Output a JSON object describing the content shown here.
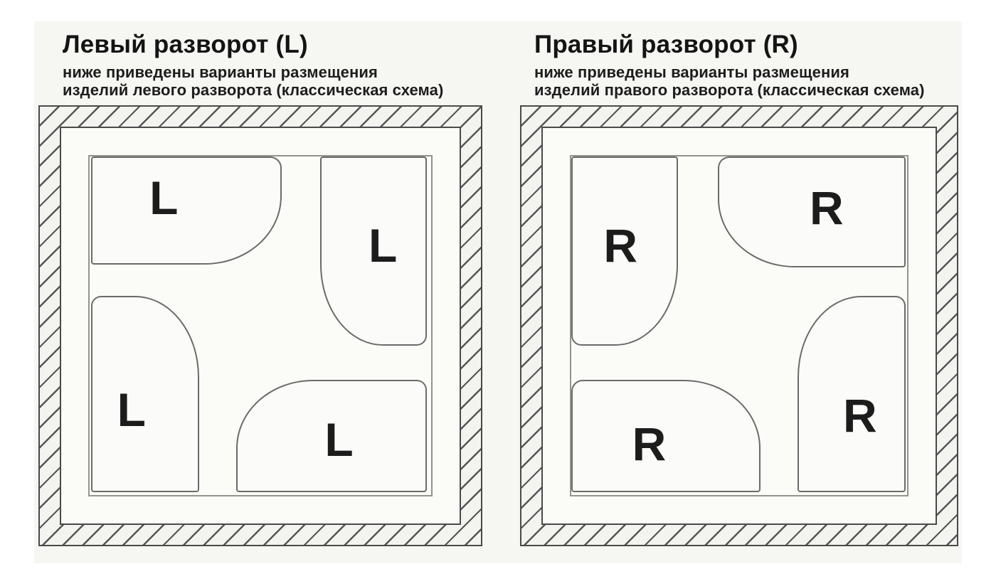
{
  "panels": [
    {
      "side": "left",
      "orientation_letter": "L",
      "title": "Левый разворот (L)",
      "subtitle_lines": [
        "ниже приведены варианты размещения",
        "изделий левого разворота (классическая схема)"
      ],
      "trays": [
        {
          "position": "top-left",
          "rounded_corner": "bottom-right",
          "label": "L"
        },
        {
          "position": "top-right",
          "rounded_corner": "bottom-left",
          "label": "L"
        },
        {
          "position": "bottom-left",
          "rounded_corner": "top-right",
          "label": "L"
        },
        {
          "position": "bottom-right",
          "rounded_corner": "top-left",
          "label": "L"
        }
      ]
    },
    {
      "side": "right",
      "orientation_letter": "R",
      "title": "Правый разворот (R)",
      "subtitle_lines": [
        "ниже приведены варианты размещения",
        "изделий правого разворота (классическая схема)"
      ],
      "trays": [
        {
          "position": "top-left",
          "rounded_corner": "bottom-right",
          "label": "R"
        },
        {
          "position": "top-right",
          "rounded_corner": "bottom-left",
          "label": "R"
        },
        {
          "position": "bottom-left",
          "rounded_corner": "top-right",
          "label": "R"
        },
        {
          "position": "bottom-right",
          "rounded_corner": "top-left",
          "label": "R"
        }
      ]
    }
  ],
  "colors": {
    "wall_line": "#4a4a4a",
    "hatch_line": "#565656",
    "interior_border": "#94948c",
    "tray_outline": "#6b6b6b",
    "text": "#161616",
    "sheet_background": "#f6f6f3"
  }
}
